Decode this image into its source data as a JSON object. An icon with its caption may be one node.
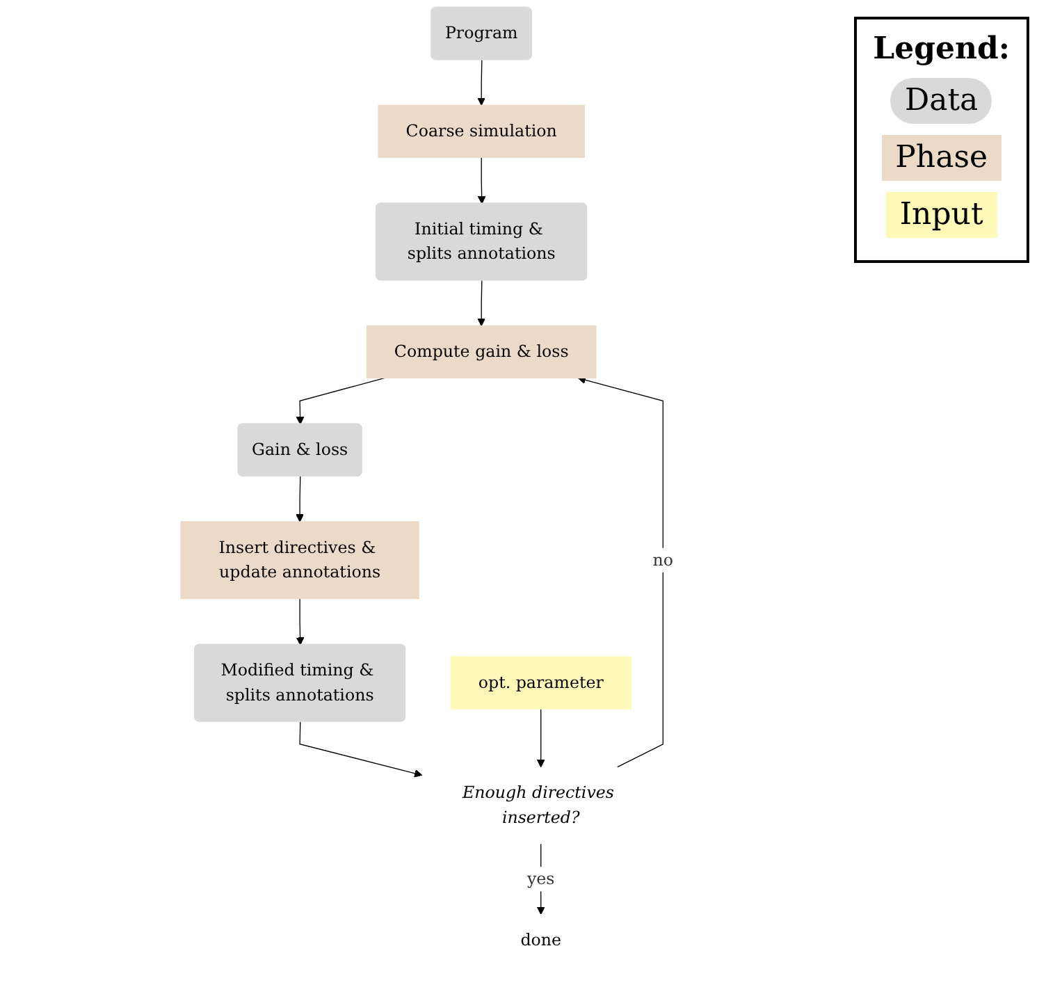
{
  "diagram": {
    "nodes": [
      {
        "text": [
          "Program"
        ]
      },
      {
        "text": [
          "Coarse simulation"
        ]
      },
      {
        "text": [
          "Initial timing & splits annotations"
        ]
      },
      {
        "text": [
          "Compute gain & loss"
        ]
      },
      {
        "text": [
          "Gain & loss"
        ]
      },
      {
        "text": [
          "Insert directives & update annotations"
        ]
      },
      {
        "text": [
          "Modified timing & splits annotations"
        ]
      },
      {
        "text": [
          "Enough directives inserted?"
        ]
      },
      {
        "text": [
          "opt. parameter"
        ]
      },
      {
        "text": [
          "done"
        ]
      }
    ],
    "edges": [
      {
        "from": 0,
        "to": 1,
        "arrow": "to"
      },
      {
        "from": 1,
        "to": 2,
        "arrow": "to"
      },
      {
        "from": 2,
        "to": 3,
        "arrow": "to"
      },
      {
        "from": 3,
        "to": 4,
        "arrow": "to"
      },
      {
        "from": 4,
        "to": 5,
        "arrow": "to"
      },
      {
        "from": 5,
        "to": 6,
        "arrow": "to"
      },
      {
        "from": 6,
        "to": 7,
        "arrow": "to"
      },
      {
        "from": 8,
        "to": 7,
        "arrow": "to"
      },
      {
        "from": 7,
        "to": 3,
        "label": "no",
        "arrow": "to"
      },
      {
        "from": 7,
        "to": 9,
        "label": "yes",
        "arrow": "to"
      }
    ],
    "labels": [
      "Legend:"
    ],
    "legend": [
      {
        "text": "Data",
        "color": "#d9d9d9"
      },
      {
        "text": "Phase",
        "color": "#ecdac8"
      },
      {
        "text": "Input",
        "color": "#fff9b8"
      }
    ]
  }
}
